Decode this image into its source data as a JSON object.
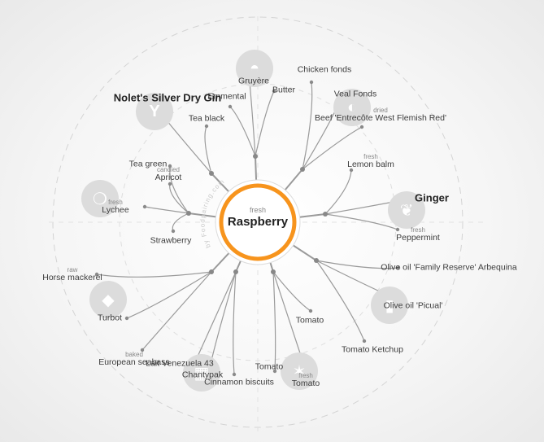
{
  "center": {
    "qualifier": "fresh",
    "name": "Raspberry"
  },
  "watermark": "by Foodpairing.com",
  "colors": {
    "ring": "#f7941d",
    "branch": "#9a9a9a",
    "icon_bg": "#dcdcdc",
    "highlight_red": "#d9534f",
    "highlight_teal": "#36c4b8"
  },
  "icons": [
    {
      "name": "cheese-icon",
      "glyph": "◓"
    },
    {
      "name": "wine-glass-icon",
      "glyph": "Y"
    },
    {
      "name": "leaf-icon",
      "glyph": "❦"
    },
    {
      "name": "pear-icon",
      "glyph": "❍"
    },
    {
      "name": "fish-icon",
      "glyph": "◆"
    },
    {
      "name": "chocolate-icon",
      "glyph": "▦"
    },
    {
      "name": "vegetable-icon",
      "glyph": "✶"
    },
    {
      "name": "oil-bottle-icon",
      "glyph": "▮"
    },
    {
      "name": "beef-icon",
      "glyph": "◐"
    }
  ],
  "ingredients": [
    {
      "name": "Gruyère",
      "qualifier": ""
    },
    {
      "name": "Butter",
      "qualifier": ""
    },
    {
      "name": "Emmental",
      "qualifier": ""
    },
    {
      "name": "Chicken fonds",
      "qualifier": ""
    },
    {
      "name": "Veal Fonds",
      "qualifier": ""
    },
    {
      "name": "Beef 'Entrecôte West Flemish Red'",
      "qualifier": "dried"
    },
    {
      "name": "Nolet's Silver Dry Gin",
      "qualifier": ""
    },
    {
      "name": "Tea black",
      "qualifier": ""
    },
    {
      "name": "Tea green",
      "qualifier": ""
    },
    {
      "name": "Apricot",
      "qualifier": "candied"
    },
    {
      "name": "Lemon balm",
      "qualifier": "fresh"
    },
    {
      "name": "Ginger",
      "qualifier": ""
    },
    {
      "name": "Lychee",
      "qualifier": "fresh"
    },
    {
      "name": "Peppermint",
      "qualifier": "fresh"
    },
    {
      "name": "Strawberry",
      "qualifier": ""
    },
    {
      "name": "Olive oil 'Family Reserve' Arbequina",
      "qualifier": ""
    },
    {
      "name": "Horse mackerel",
      "qualifier": "raw"
    },
    {
      "name": "Olive oil 'Picual'",
      "qualifier": ""
    },
    {
      "name": "Turbot",
      "qualifier": ""
    },
    {
      "name": "Tomato",
      "qualifier": ""
    },
    {
      "name": "European seabass",
      "qualifier": "baked"
    },
    {
      "name": "Tomato Ketchup",
      "qualifier": ""
    },
    {
      "name": "Lait Venezuela 43",
      "qualifier": ""
    },
    {
      "name": "Chantypak",
      "qualifier": ""
    },
    {
      "name": "Cinnamon biscuits",
      "qualifier": ""
    },
    {
      "name": "Tomato",
      "qualifier": ""
    },
    {
      "name": "Tomato",
      "qualifier": "fresh"
    }
  ]
}
